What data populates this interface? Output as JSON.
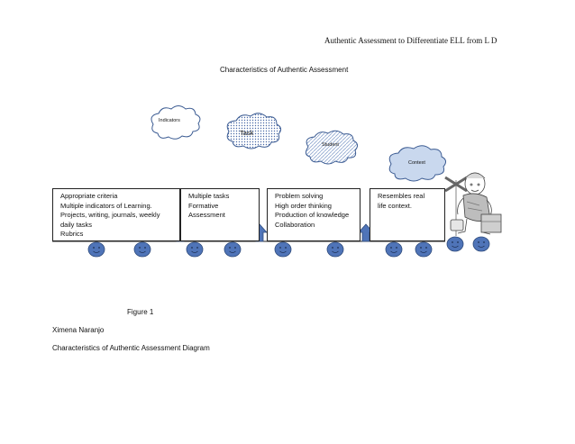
{
  "header": {
    "title": "Authentic Assessment to Differentiate ELL from L D"
  },
  "diagram": {
    "title": "Characteristics of Authentic Assessment",
    "clouds": [
      {
        "label": "Indicators"
      },
      {
        "label": "Task"
      },
      {
        "label": "Student"
      },
      {
        "label": "Context"
      }
    ],
    "boxes": [
      {
        "lines": [
          "Appropriate criteria",
          "Multiple indicators of Learning.",
          "Projects, writing, journals, weekly",
          "daily tasks",
          "Rubrics"
        ]
      },
      {
        "lines": [
          "Multiple tasks",
          "Formative",
          "Assessment"
        ]
      },
      {
        "lines": [
          "Problem solving",
          "High order thinking",
          "Production of knowledge",
          "Collaboration"
        ]
      },
      {
        "lines": [
          "Resembles  real",
          "life context."
        ]
      }
    ],
    "colors": {
      "face_fill": "#4f74b8",
      "face_stroke": "#2e4a7a",
      "cloud_fill": "#c9d8ee",
      "cloud_stroke": "#3b5b92"
    }
  },
  "captions": {
    "figure": "Figure 1",
    "author": "Ximena Naranjo",
    "description": "Characteristics of Authentic Assessment Diagram"
  }
}
